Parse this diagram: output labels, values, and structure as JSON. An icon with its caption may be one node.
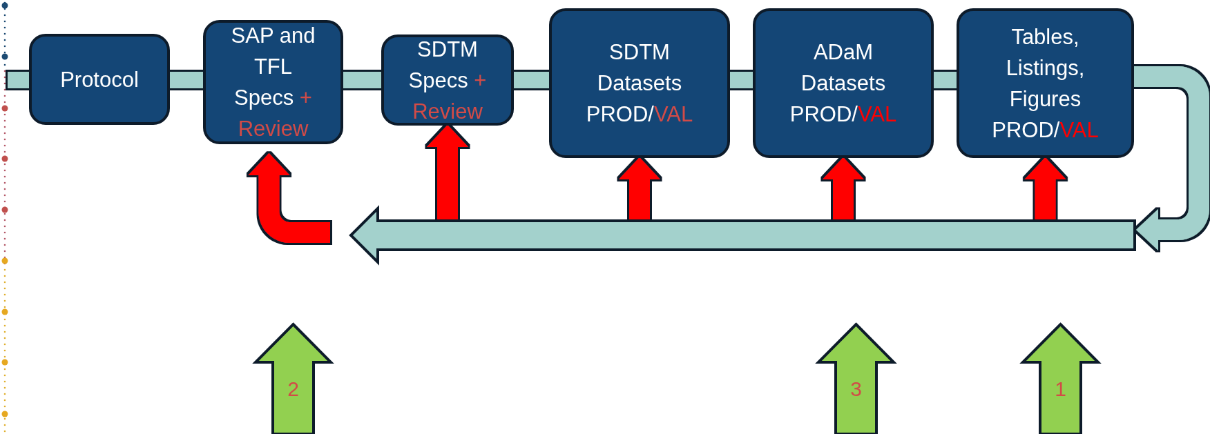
{
  "diagram": {
    "nodes": [
      {
        "text": [
          "Protocol"
        ]
      },
      {
        "text": [
          "SAP and TFL Specs",
          "+ Review"
        ]
      },
      {
        "text": [
          "SDTM Specs",
          "+ Review"
        ]
      },
      {
        "text": [
          "SDTM Datasets PROD/",
          "VAL"
        ]
      },
      {
        "text": [
          "ADaM Datasets PROD/",
          "VAL"
        ]
      },
      {
        "text": [
          "Tables, Listings, Figures PROD/",
          "VAL"
        ]
      },
      {
        "text": [],
        "shape": "arrow"
      },
      {
        "text": [
          "2"
        ]
      },
      {
        "text": [
          "3"
        ]
      },
      {
        "text": [
          "1"
        ]
      }
    ],
    "edges": [
      {
        "from": null,
        "to": 0,
        "arrow": "none"
      },
      {
        "from": 0,
        "to": 1,
        "arrow": "none"
      },
      {
        "from": 1,
        "to": 2,
        "arrow": "none"
      },
      {
        "from": 2,
        "to": 3,
        "arrow": "none"
      },
      {
        "from": 3,
        "to": 4,
        "arrow": "none"
      },
      {
        "from": 4,
        "to": 5,
        "arrow": "none"
      },
      {
        "from": 5,
        "to": 6,
        "arrow": "to"
      },
      {
        "from": 6,
        "to": 1,
        "arrow": "to",
        "color": "#ff0000"
      },
      {
        "from": 6,
        "to": 2,
        "arrow": "to",
        "color": "#ff0000"
      },
      {
        "from": 6,
        "to": 3,
        "arrow": "to",
        "color": "#ff0000"
      },
      {
        "from": 6,
        "to": 4,
        "arrow": "to",
        "color": "#ff0000"
      },
      {
        "from": 6,
        "to": 5,
        "arrow": "to",
        "color": "#ff0000"
      }
    ]
  }
}
